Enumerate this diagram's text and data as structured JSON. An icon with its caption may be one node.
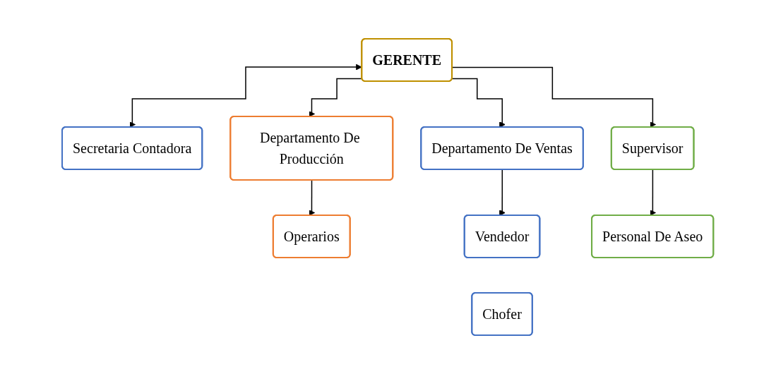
{
  "diagram": {
    "nodes": [
      {
        "text": [
          "GERENTE"
        ]
      },
      {
        "text": [
          "Secretaria Contadora"
        ]
      },
      {
        "text": [
          "Departamento De Producción"
        ]
      },
      {
        "text": [
          "Operarios"
        ]
      },
      {
        "text": [
          "Departamento De Ventas"
        ]
      },
      {
        "text": [
          "Vendedor"
        ]
      },
      {
        "text": [
          "Chofer"
        ]
      },
      {
        "text": [
          "Supervisor"
        ]
      },
      {
        "text": [
          "Personal De Aseo"
        ]
      }
    ],
    "edges": [
      {
        "from": 0,
        "to": 1,
        "arrow": "both"
      },
      {
        "from": 0,
        "to": 2,
        "arrow": "to"
      },
      {
        "from": 0,
        "to": 4,
        "arrow": "to"
      },
      {
        "from": 0,
        "to": 7,
        "arrow": "to"
      },
      {
        "from": 2,
        "to": 3,
        "arrow": "to"
      },
      {
        "from": 4,
        "to": 5,
        "arrow": "to"
      },
      {
        "from": 7,
        "to": 8,
        "arrow": "to"
      }
    ]
  }
}
